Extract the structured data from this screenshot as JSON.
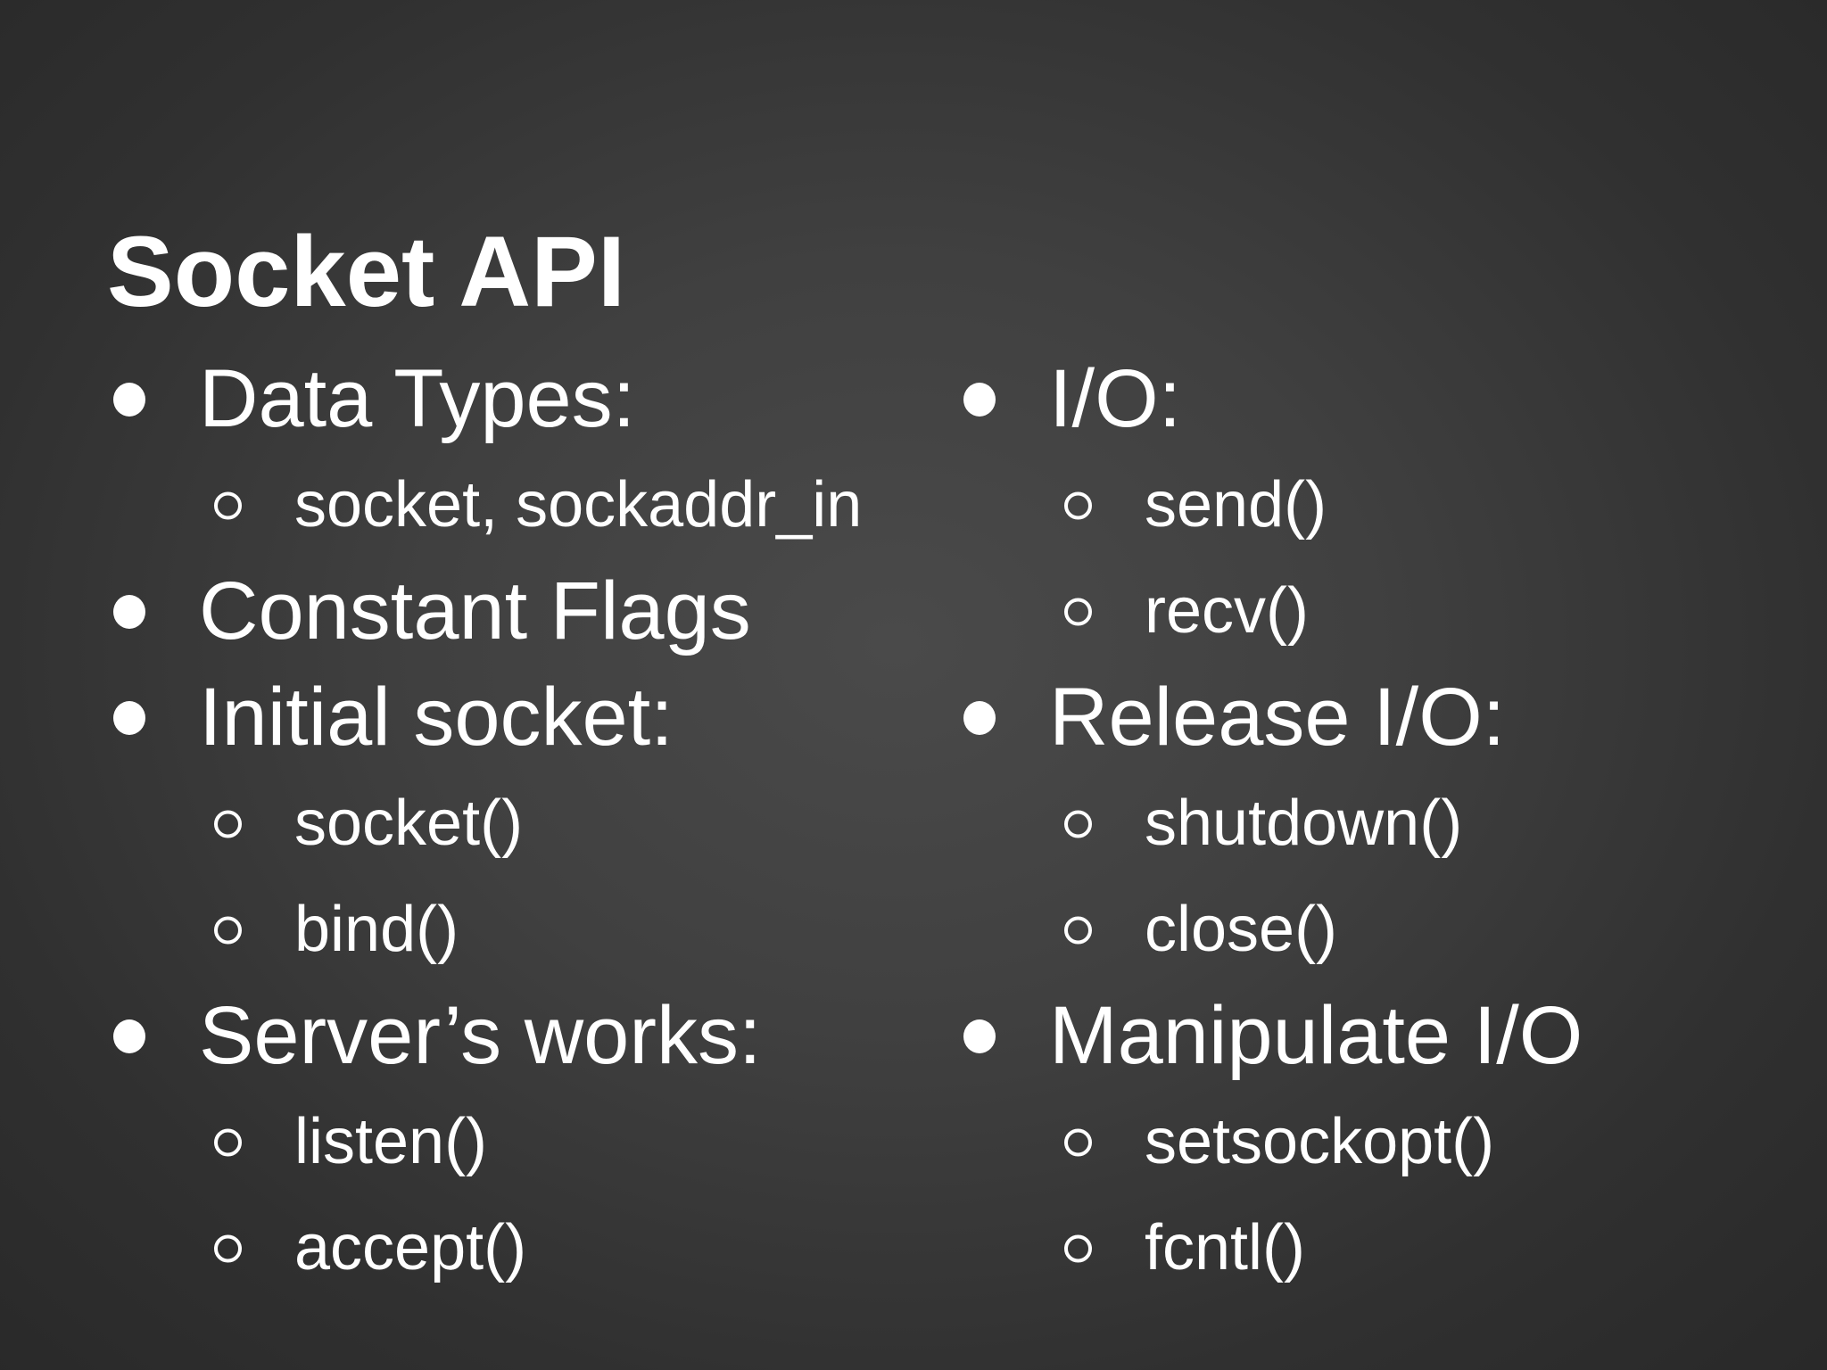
{
  "slide": {
    "title": "Socket API",
    "columns": [
      {
        "items": [
          {
            "level": 1,
            "text": "Data Types:"
          },
          {
            "level": 2,
            "text": "socket, sockaddr_in"
          },
          {
            "level": 1,
            "text": "Constant Flags"
          },
          {
            "level": 1,
            "text": "Initial socket:"
          },
          {
            "level": 2,
            "text": "socket()"
          },
          {
            "level": 2,
            "text": "bind()"
          },
          {
            "level": 1,
            "text": "Server’s works:"
          },
          {
            "level": 2,
            "text": "listen()"
          },
          {
            "level": 2,
            "text": "accept()"
          }
        ]
      },
      {
        "items": [
          {
            "level": 1,
            "text": "I/O:"
          },
          {
            "level": 2,
            "text": "send()"
          },
          {
            "level": 2,
            "text": "recv()"
          },
          {
            "level": 1,
            "text": "Release I/O:"
          },
          {
            "level": 2,
            "text": "shutdown()"
          },
          {
            "level": 2,
            "text": "close()"
          },
          {
            "level": 1,
            "text": "Manipulate I/O"
          },
          {
            "level": 2,
            "text": "setsockopt()"
          },
          {
            "level": 2,
            "text": "fcntl()"
          }
        ]
      }
    ]
  },
  "colors": {
    "text": "#ffffff",
    "background_center": "#4a4a4a",
    "background_edge": "#000000"
  }
}
